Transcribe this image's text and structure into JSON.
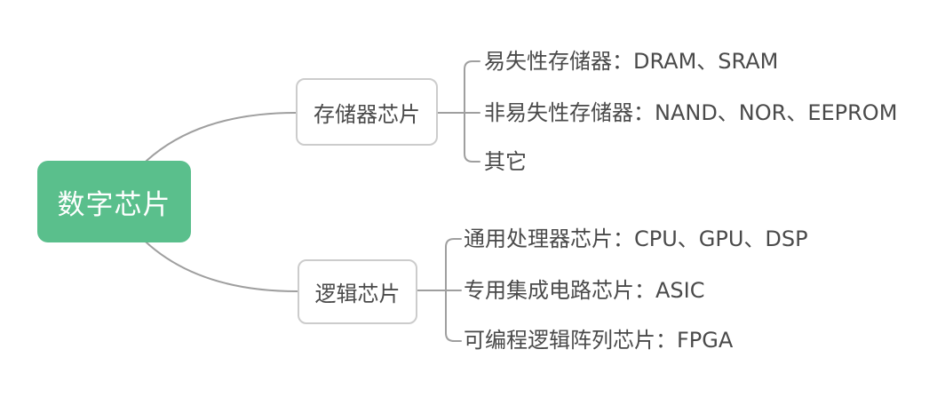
{
  "root": {
    "label": "数字芯片"
  },
  "branches": [
    {
      "label": "存储器芯片",
      "children": [
        "易失性存储器：DRAM、SRAM",
        "非易失性存储器：NAND、NOR、EEPROM",
        "其它"
      ]
    },
    {
      "label": "逻辑芯片",
      "children": [
        "通用处理器芯片：CPU、GPU、DSP",
        "专用集成电路芯片：ASIC",
        "可编程逻辑阵列芯片：FPGA"
      ]
    }
  ],
  "colors": {
    "root_bg": "#5abf8c",
    "root_text": "#ffffff",
    "branch_border": "#cccccc",
    "node_text": "#4a4a4a",
    "connector": "#9f9f9f",
    "background": "#ffffff"
  }
}
